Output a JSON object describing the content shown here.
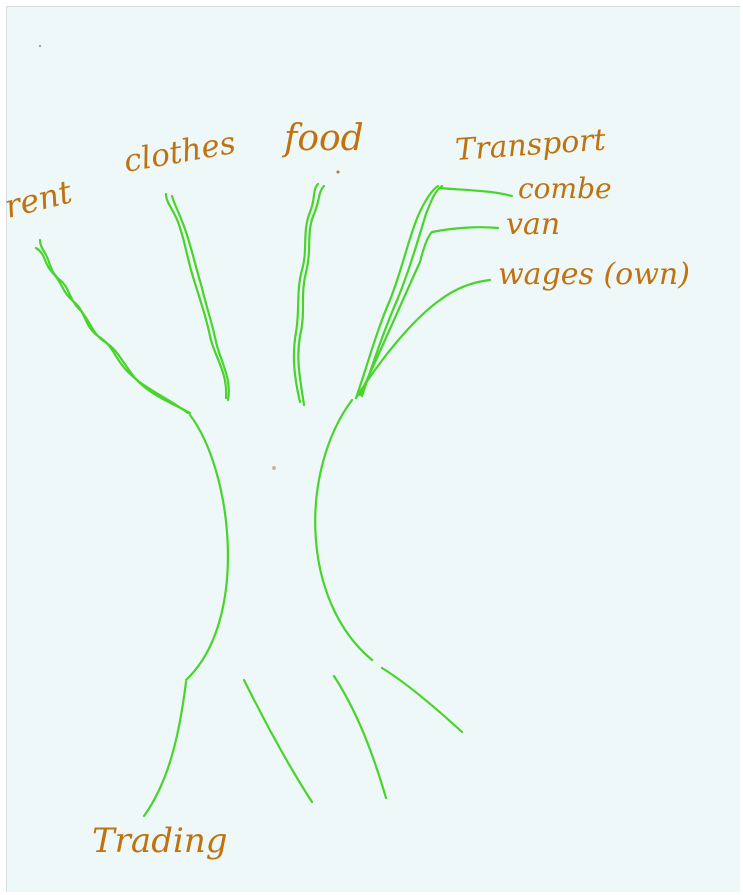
{
  "diagram": {
    "title": "",
    "branch_labels": {
      "rent": "rent",
      "clothes": "clothes",
      "food": "food",
      "transport": "Transport",
      "combe": "combe",
      "van": "van",
      "wages": "wages (own)"
    },
    "root_label": "Trading"
  },
  "colors": {
    "ink_green": "#48d42a",
    "ink_orange": "#c0720f",
    "paper": "#eef8f8"
  }
}
